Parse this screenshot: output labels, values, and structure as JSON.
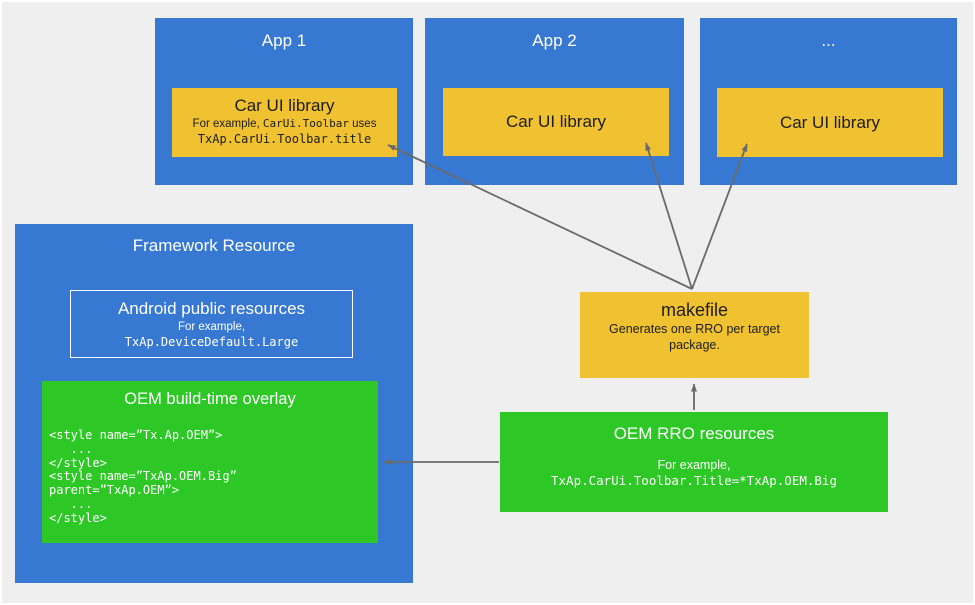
{
  "colors": {
    "blue": "#3778d2",
    "yellow": "#f0c232",
    "green": "#2dc826",
    "arrow": "#6a6a6a",
    "bg": "#efefef"
  },
  "apps": [
    {
      "title": "App 1",
      "library": {
        "title": "Car UI library",
        "example_prefix": "For example, ",
        "example_inline_code": "CarUi.Toolbar",
        "example_suffix": " uses",
        "example_code": "TxAp.CarUi.Toolbar.title"
      }
    },
    {
      "title": "App 2",
      "library": {
        "title": "Car UI library"
      }
    },
    {
      "title": "...",
      "library": {
        "title": "Car UI library"
      }
    }
  ],
  "framework": {
    "title": "Framework Resource",
    "public_resources": {
      "title": "Android public resources",
      "example_label": "For example,",
      "example_code": "TxAp.DeviceDefault.Large"
    },
    "overlay": {
      "title": "OEM build-time overlay",
      "code": "<style name=”Tx.Ap.OEM”>\n   ...\n</style>\n<style name=”TxAp.OEM.Big”\nparent=”TxAp.OEM”>\n   ...\n</style>"
    }
  },
  "makefile": {
    "title": "makefile",
    "subtitle": "Generates one RRO per target package."
  },
  "rro": {
    "title": "OEM RRO resources",
    "example_label": "For example,",
    "example_code": "TxAp.CarUi.Toolbar.Title=*TxAp.OEM.Big"
  }
}
